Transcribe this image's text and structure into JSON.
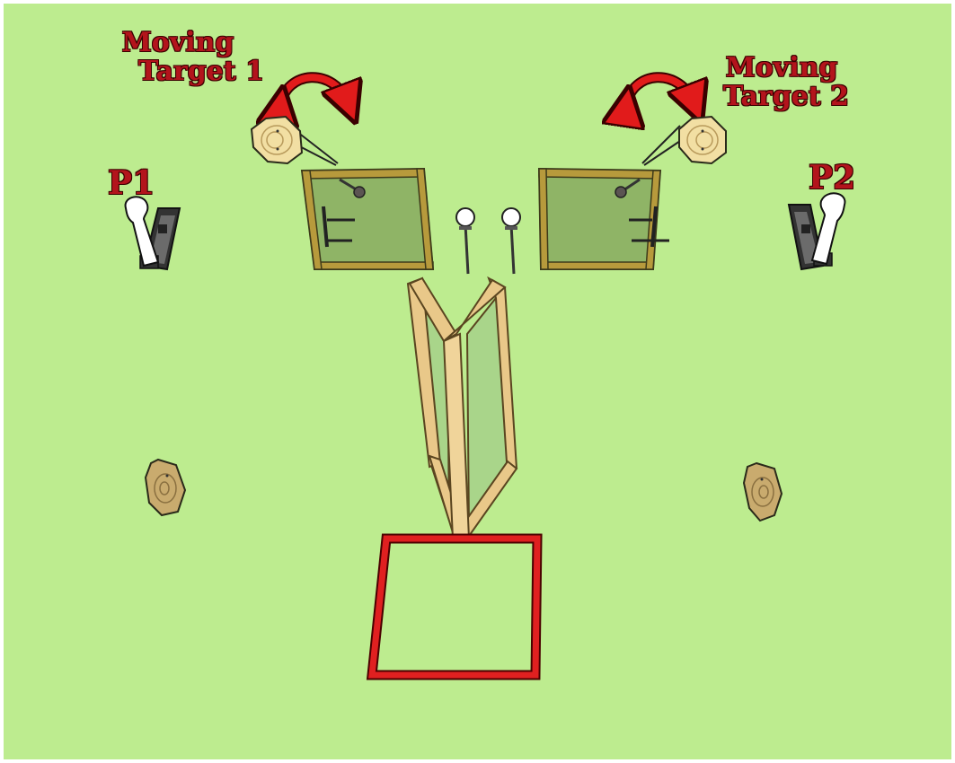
{
  "labels": {
    "moving_target_1": [
      "Moving",
      "Target 1"
    ],
    "moving_target_2": [
      "Moving",
      "Target 2"
    ],
    "p1": "P1",
    "p2": "P2"
  },
  "colors": {
    "ground": "#bdec8f",
    "label_red": "#b3141c",
    "arrow_red": "#e11b1b",
    "box_red": "#e02020",
    "wood": "#e9c889",
    "wood_dark": "#b8934f",
    "panel": "#8fb466",
    "target_tan": "#f2dfa3",
    "target_brown": "#c9ab6e"
  }
}
